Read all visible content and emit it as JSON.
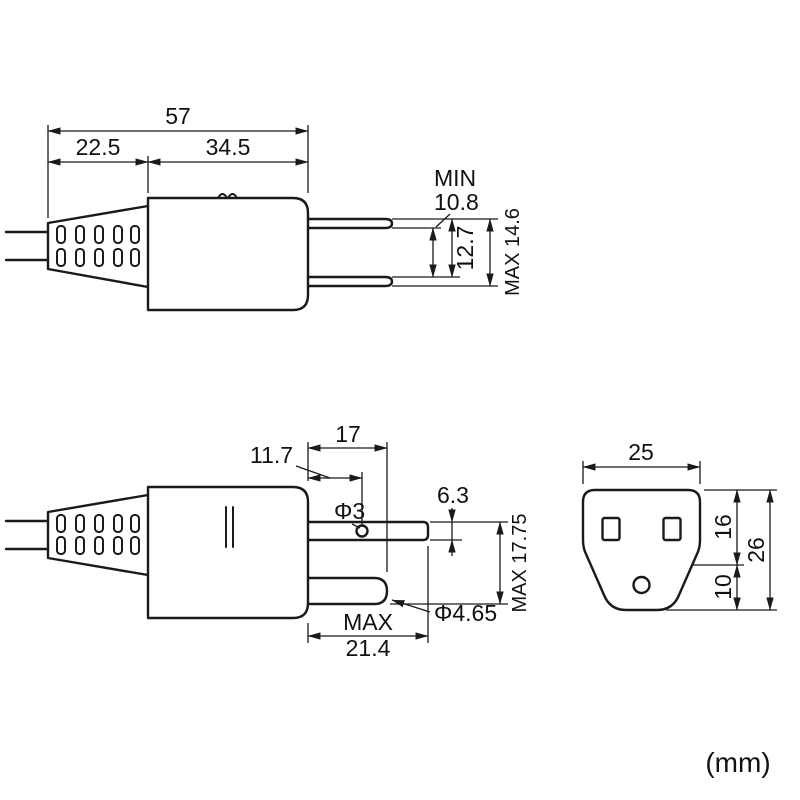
{
  "unit_label": "(mm)",
  "top_view": {
    "overall_length": "57",
    "boot_length": "22.5",
    "body_length": "34.5",
    "blade_gap_min_label": "MIN",
    "blade_gap_min": "10.8",
    "blade_pitch": "12.7",
    "blade_span_max": "MAX 14.6"
  },
  "side_view": {
    "pin_length": "17",
    "hole_offset": "11.7",
    "hole_dia": "Φ3",
    "blade_width": "6.3",
    "span_max": "MAX 17.75",
    "pin_dia": "Φ4.65",
    "blade_length_max_label": "MAX",
    "blade_length_max": "21.4"
  },
  "outlet_view": {
    "width": "25",
    "upper_height": "16",
    "lower_height": "10",
    "total_height": "26"
  }
}
